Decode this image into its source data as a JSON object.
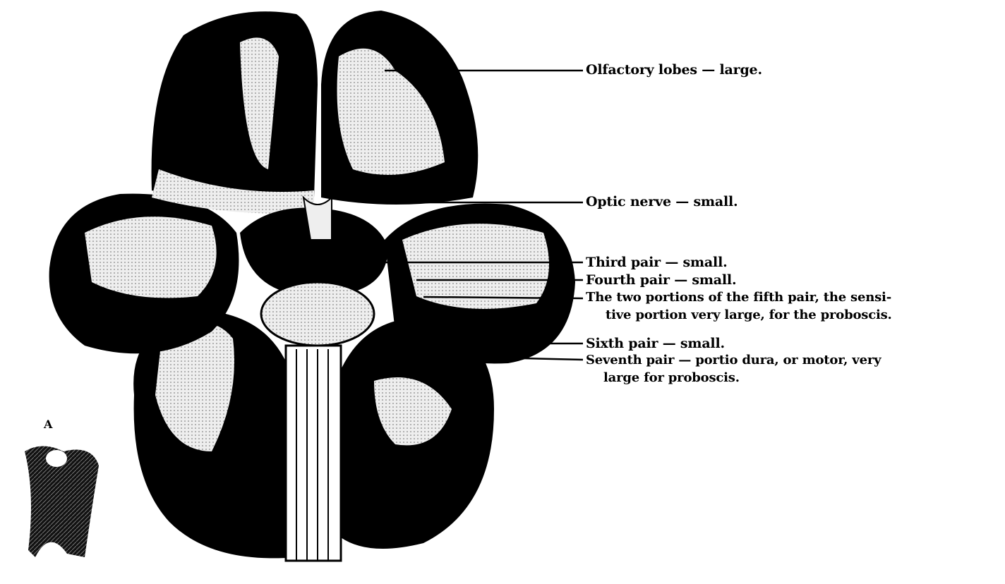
{
  "figure": {
    "panel_letter": "A",
    "labels": [
      {
        "id": "olfactory",
        "lines": [
          "Olfactory lobes — large."
        ]
      },
      {
        "id": "optic",
        "lines": [
          "Optic nerve — small."
        ]
      },
      {
        "id": "third",
        "lines": [
          "Third pair — small."
        ]
      },
      {
        "id": "fourth",
        "lines": [
          "Fourth pair — small."
        ]
      },
      {
        "id": "fifth",
        "lines": [
          "The two portions of the fifth pair, the sensi-",
          "tive portion very large, for the proboscis."
        ]
      },
      {
        "id": "sixth",
        "lines": [
          "Sixth pair — small."
        ]
      },
      {
        "id": "seventh",
        "lines": [
          "Seventh pair — portio dura, or motor, very",
          "large for proboscis."
        ]
      }
    ]
  }
}
